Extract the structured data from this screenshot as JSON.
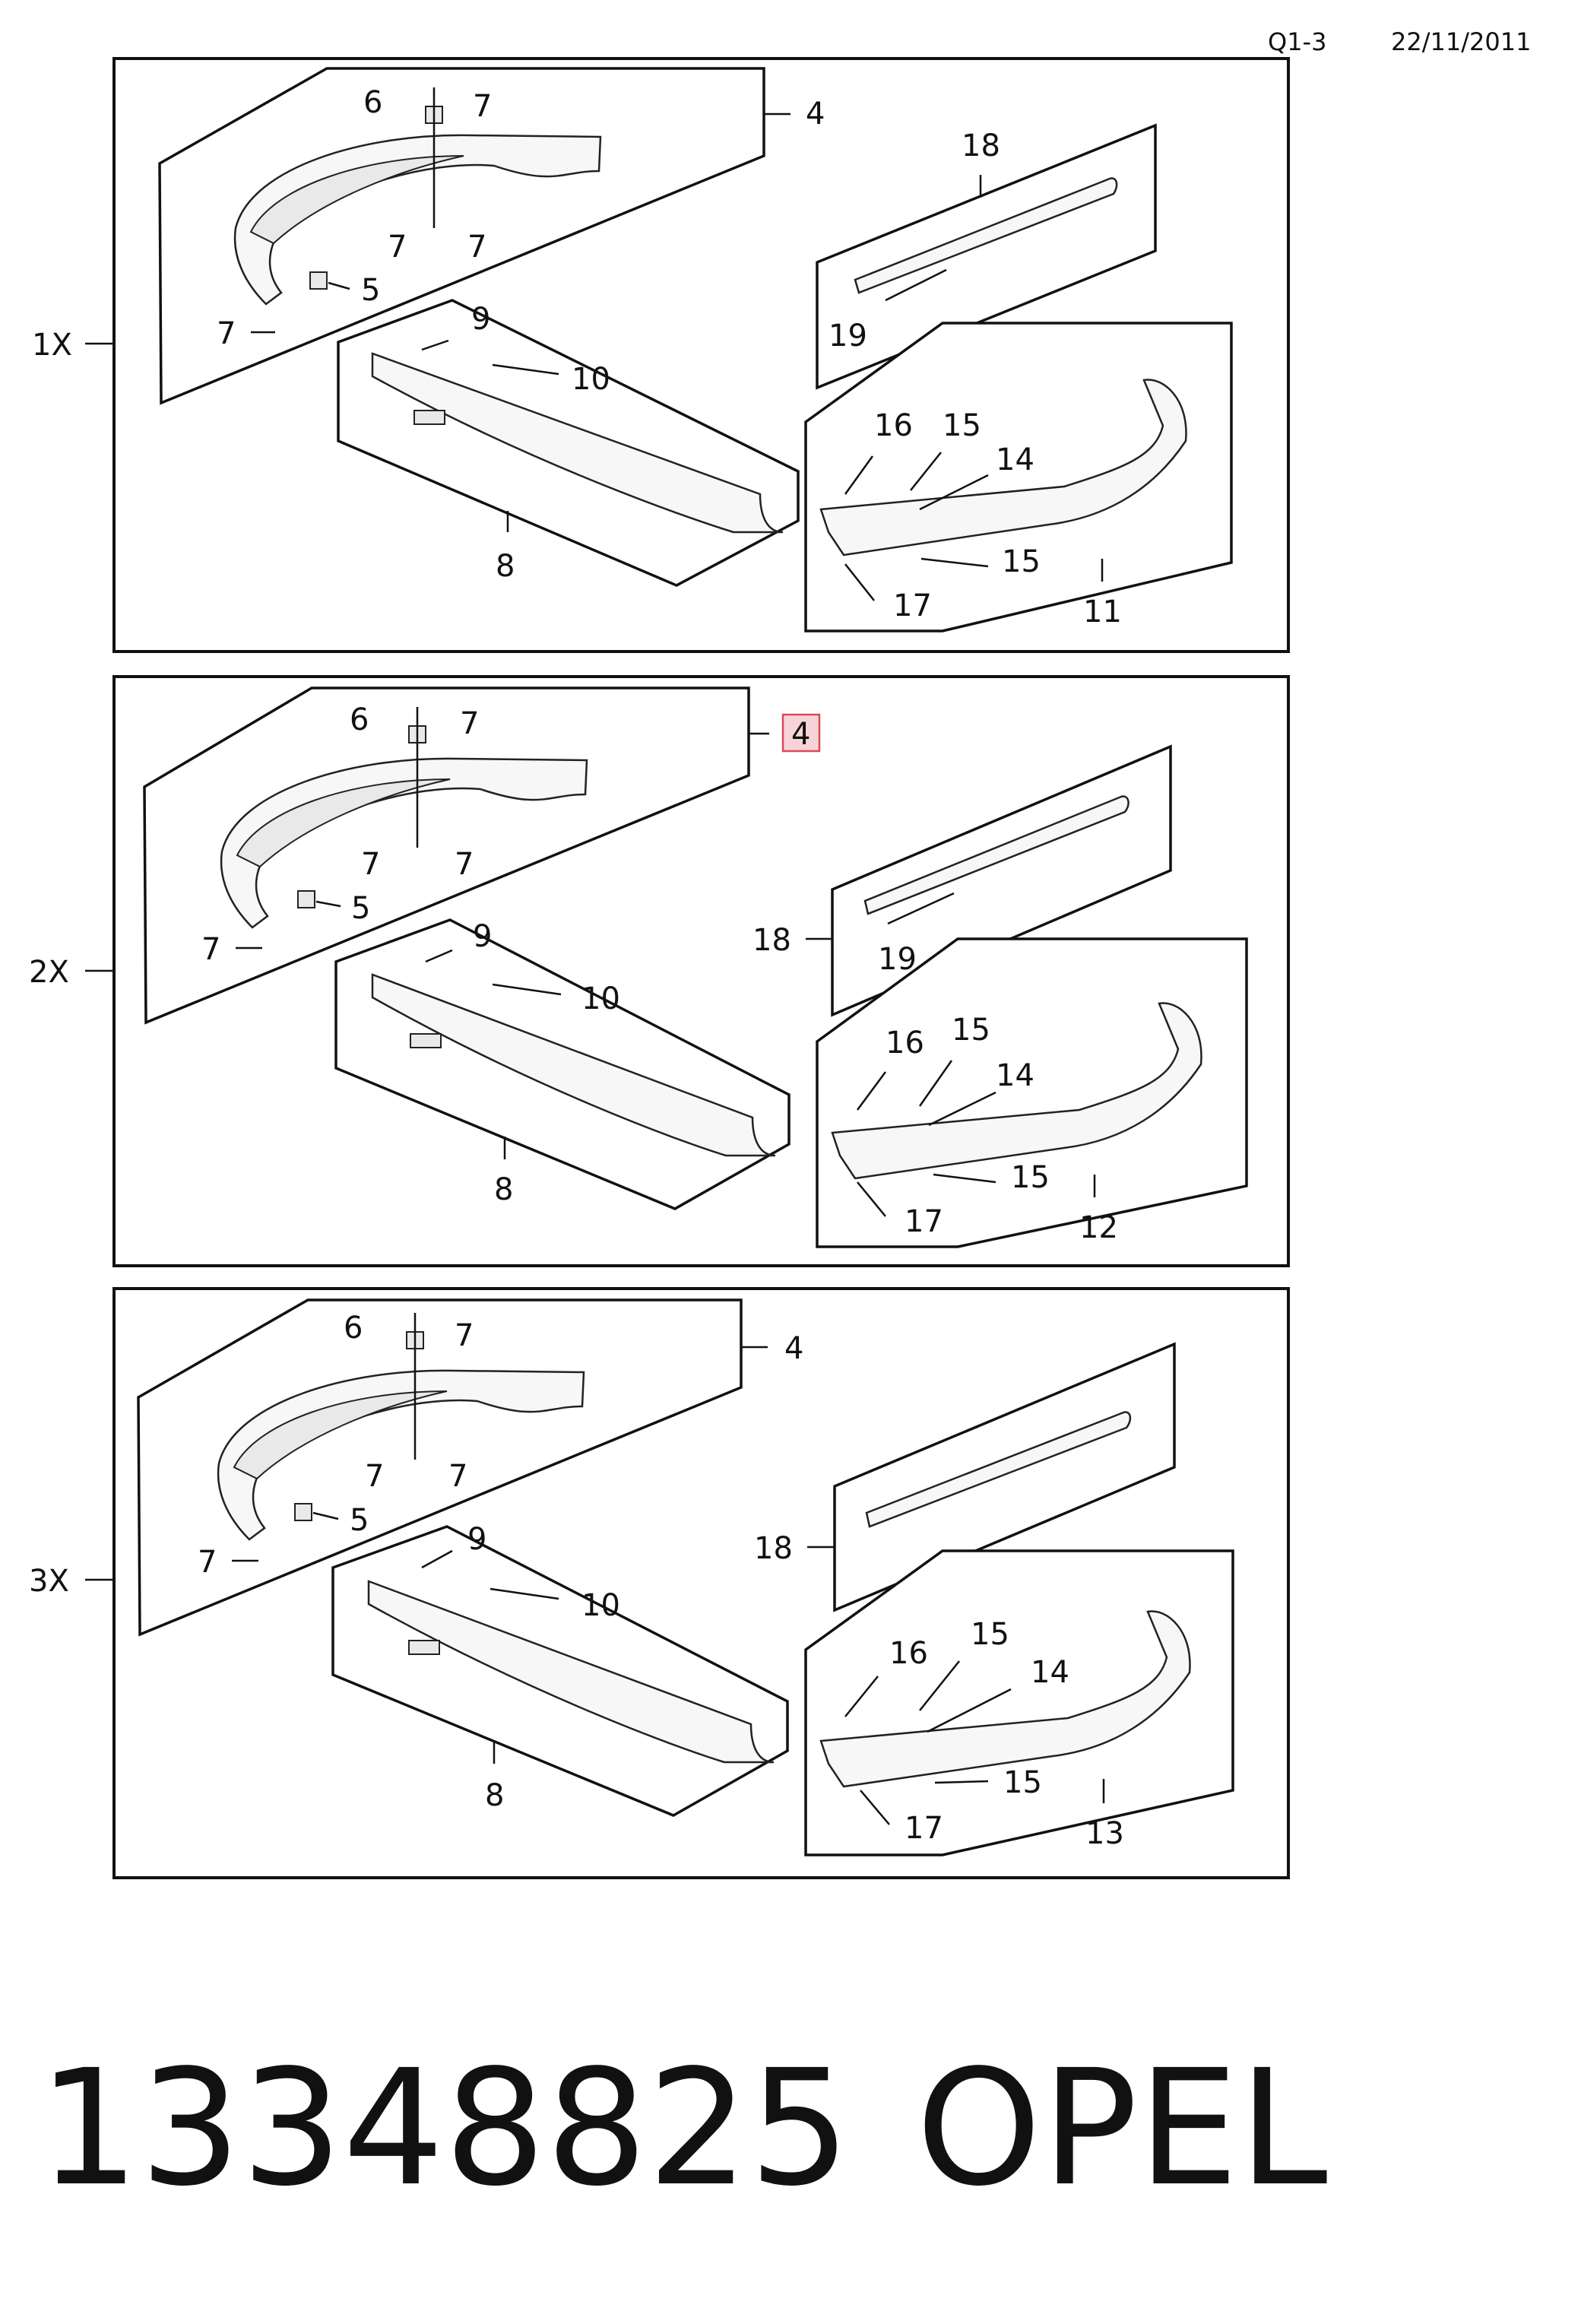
{
  "header": {
    "code": "Q1-3",
    "date": "22/11/2011"
  },
  "footer": {
    "part_number": "13348825",
    "brand": "OPEL"
  },
  "sections": [
    {
      "variant": "1X",
      "labels": {
        "front_bumper": "4",
        "nut": "6",
        "clip_top": "7",
        "clip_mid_a": "7",
        "clip_mid_b": "7",
        "bracket": "5",
        "clip_low": "7",
        "sill": "8",
        "sill_clip": "9",
        "sill_screw": "10",
        "spoiler": "18",
        "spoiler_strip": "19",
        "rear_bumper": "11",
        "rb_a": "16",
        "rb_b": "15",
        "rb_c": "14",
        "rb_d": "15",
        "rb_e": "17"
      }
    },
    {
      "variant": "2X",
      "labels": {
        "front_bumper": "4",
        "nut": "6",
        "clip_top": "7",
        "clip_mid_a": "7",
        "clip_mid_b": "7",
        "bracket": "5",
        "clip_low": "7",
        "sill": "8",
        "sill_clip": "9",
        "sill_screw": "10",
        "spoiler": "18",
        "spoiler_strip": "19",
        "rear_bumper": "12",
        "rb_a": "16",
        "rb_b": "15",
        "rb_c": "14",
        "rb_d": "15",
        "rb_e": "17"
      }
    },
    {
      "variant": "3X",
      "labels": {
        "front_bumper": "4",
        "nut": "6",
        "clip_top": "7",
        "clip_mid_a": "7",
        "clip_mid_b": "7",
        "bracket": "5",
        "clip_low": "7",
        "sill": "8",
        "sill_clip": "9",
        "sill_screw": "10",
        "spoiler": "18",
        "rear_bumper": "13",
        "rb_a": "16",
        "rb_b": "15",
        "rb_c": "14",
        "rb_d": "15",
        "rb_e": "17"
      }
    }
  ]
}
